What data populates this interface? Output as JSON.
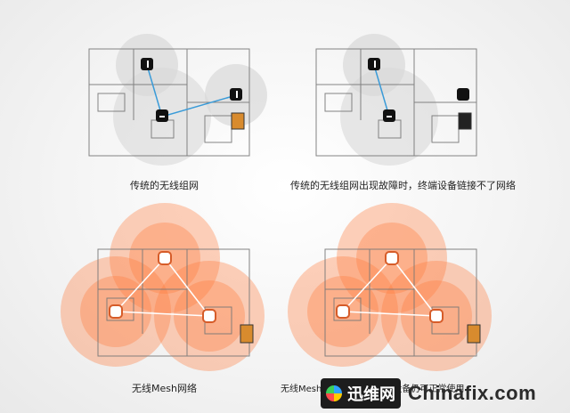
{
  "captions": {
    "top_left": "传统的无线组网",
    "top_right": "传统的无线组网出现故障时，终端设备链接不了网络",
    "bottom_left": "无线Mesh网络",
    "bottom_right": "无线Mesh出现故障时，终端设备仍可正常使用"
  },
  "watermark": {
    "badge_text": "迅维网",
    "site": "Chinafix.com"
  },
  "colors": {
    "gray_signal": "#cfcfcf",
    "orange_signal": "#ff8a57",
    "mesh_node": "#ffffff",
    "link_line": "#3a9bd8"
  }
}
